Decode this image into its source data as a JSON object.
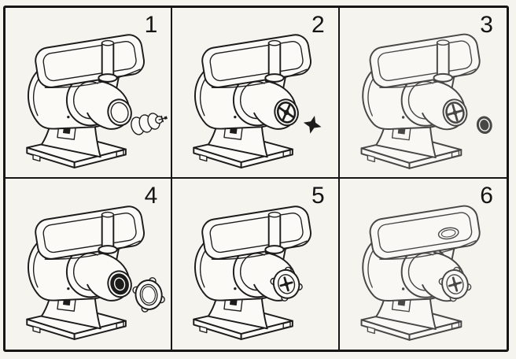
{
  "colors": {
    "paper": "#f5f4ef",
    "ink": "#1c1c1c",
    "fill": "#fbfaf6",
    "border": "#161616"
  },
  "figure": {
    "kind": "meat-grinder-assembly-steps",
    "rows": 2,
    "columns": 3
  },
  "panels": [
    {
      "number": "1",
      "head_state": "open",
      "feed_tube": true,
      "loose_part": "auger",
      "faded": false
    },
    {
      "number": "2",
      "head_state": "auger",
      "feed_tube": true,
      "loose_part": "knife",
      "faded": false
    },
    {
      "number": "3",
      "head_state": "knife",
      "feed_tube": true,
      "loose_part": "plate",
      "faded": true
    },
    {
      "number": "4",
      "head_state": "plate",
      "feed_tube": true,
      "loose_part": "ringnut",
      "faded": false
    },
    {
      "number": "5",
      "head_state": "nut",
      "feed_tube": true,
      "loose_part": "none",
      "faded": false
    },
    {
      "number": "6",
      "head_state": "nut",
      "feed_tube": false,
      "loose_part": "none",
      "faded": true
    }
  ]
}
